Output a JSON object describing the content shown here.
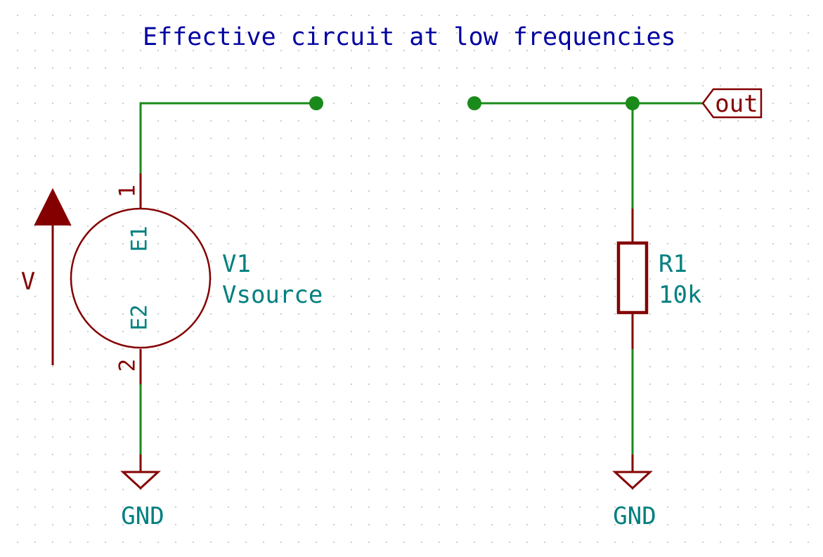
{
  "title": "Effective circuit at low frequencies",
  "colors": {
    "background": "#ffffff",
    "grid_dot": "#c8c8c8",
    "wire": "#1a8a1a",
    "symbol": "#840000",
    "field_text": "#00807f",
    "title_text": "#0000a0"
  },
  "source": {
    "reference": "V1",
    "value": "Vsource",
    "pin1_number": "1",
    "pin2_number": "2",
    "pin1_name": "E1",
    "pin2_name": "E2",
    "arrow_label": "V"
  },
  "resistor": {
    "reference": "R1",
    "value": "10k"
  },
  "power_symbols": {
    "left_label": "GND",
    "right_label": "GND"
  },
  "net_label": {
    "text": "out"
  }
}
